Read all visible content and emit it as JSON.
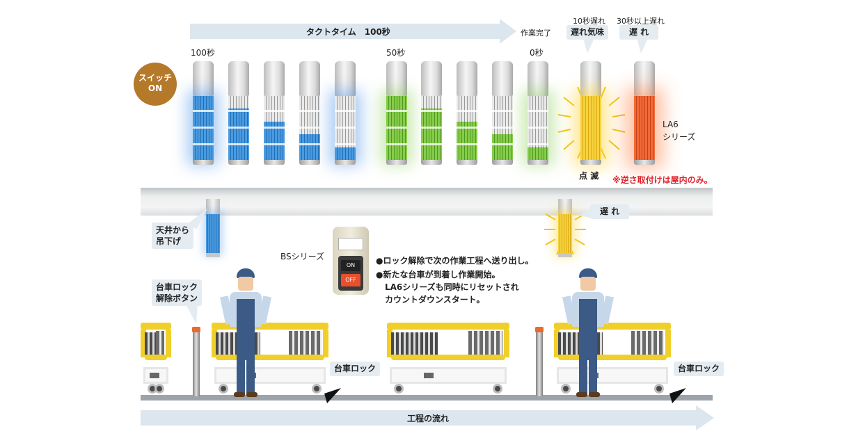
{
  "takt": {
    "label": "タクトタイム　100秒",
    "done_label": "作業完了"
  },
  "times": {
    "t100": "100秒",
    "t50": "50秒",
    "t0": "0秒"
  },
  "switch_on": "スイッチ\nON",
  "switch_line1": "スイッチ",
  "switch_line2": "ON",
  "late10": {
    "top": "10秒遅れ",
    "box": "遅れ気味"
  },
  "late30": {
    "top": "30秒以上遅れ",
    "box": "遅 れ"
  },
  "series_line1": "LA6",
  "series_line2": "シリーズ",
  "blink_label": "点 滅",
  "note_red": "※逆さ取付けは屋内のみ。",
  "ceiling_line1": "天井から",
  "ceiling_line2": "吊下げ",
  "late_callout": "遅 れ",
  "bs_series": "BSシリーズ",
  "bs_box": {
    "on": "ON",
    "off": "OFF"
  },
  "bullets": [
    "●ロック解除で次の作業工程へ送り出し。",
    "●新たな台車が到着し作業開始。",
    "LA6シリーズも同時にリセットされ",
    "カウントダウンスタート。"
  ],
  "unlock_line1": "台車ロック",
  "unlock_line2": "解除ボタン",
  "cart_lock": "台車ロック",
  "flow_label": "工程の流れ",
  "lamp_levels": {
    "blue": [
      1.0,
      0.8,
      0.6,
      0.4,
      0.2
    ],
    "green": [
      1.0,
      0.8,
      0.6,
      0.4,
      0.2
    ]
  },
  "colors": {
    "blue": "#2f86d6",
    "green": "#6dbb3a",
    "yellow": "#f3c21a",
    "red": "#ee5a2a",
    "switch_bg": "#b5792a",
    "note_red": "#e0232a",
    "arrow": "#dbe6ee"
  }
}
